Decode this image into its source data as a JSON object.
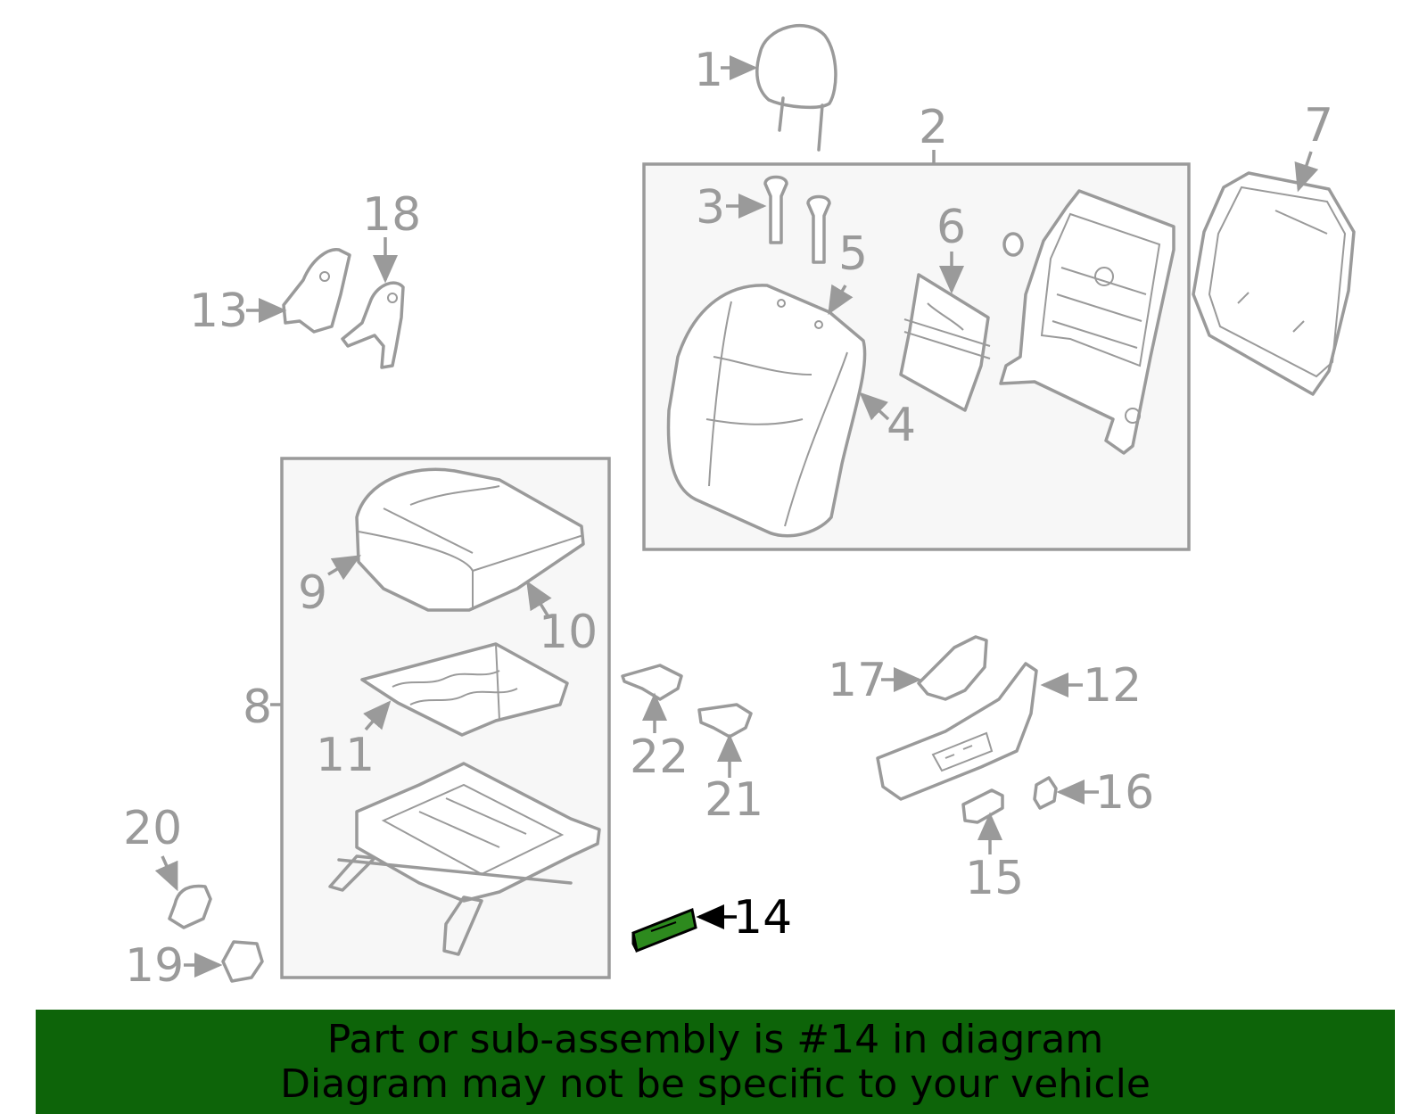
{
  "callouts": {
    "c1": "1",
    "c2": "2",
    "c3": "3",
    "c4": "4",
    "c5": "5",
    "c6": "6",
    "c7": "7",
    "c8": "8",
    "c9": "9",
    "c10": "10",
    "c11": "11",
    "c12": "12",
    "c13": "13",
    "c14": "14",
    "c15": "15",
    "c16": "16",
    "c17": "17",
    "c18": "18",
    "c19": "19",
    "c20": "20",
    "c21": "21",
    "c22": "22"
  },
  "highlight": {
    "part": "14",
    "color": "#0d6409"
  },
  "banner": {
    "line1": "Part or sub-assembly is #14 in diagram",
    "line2": "Diagram may not be specific to your vehicle"
  }
}
